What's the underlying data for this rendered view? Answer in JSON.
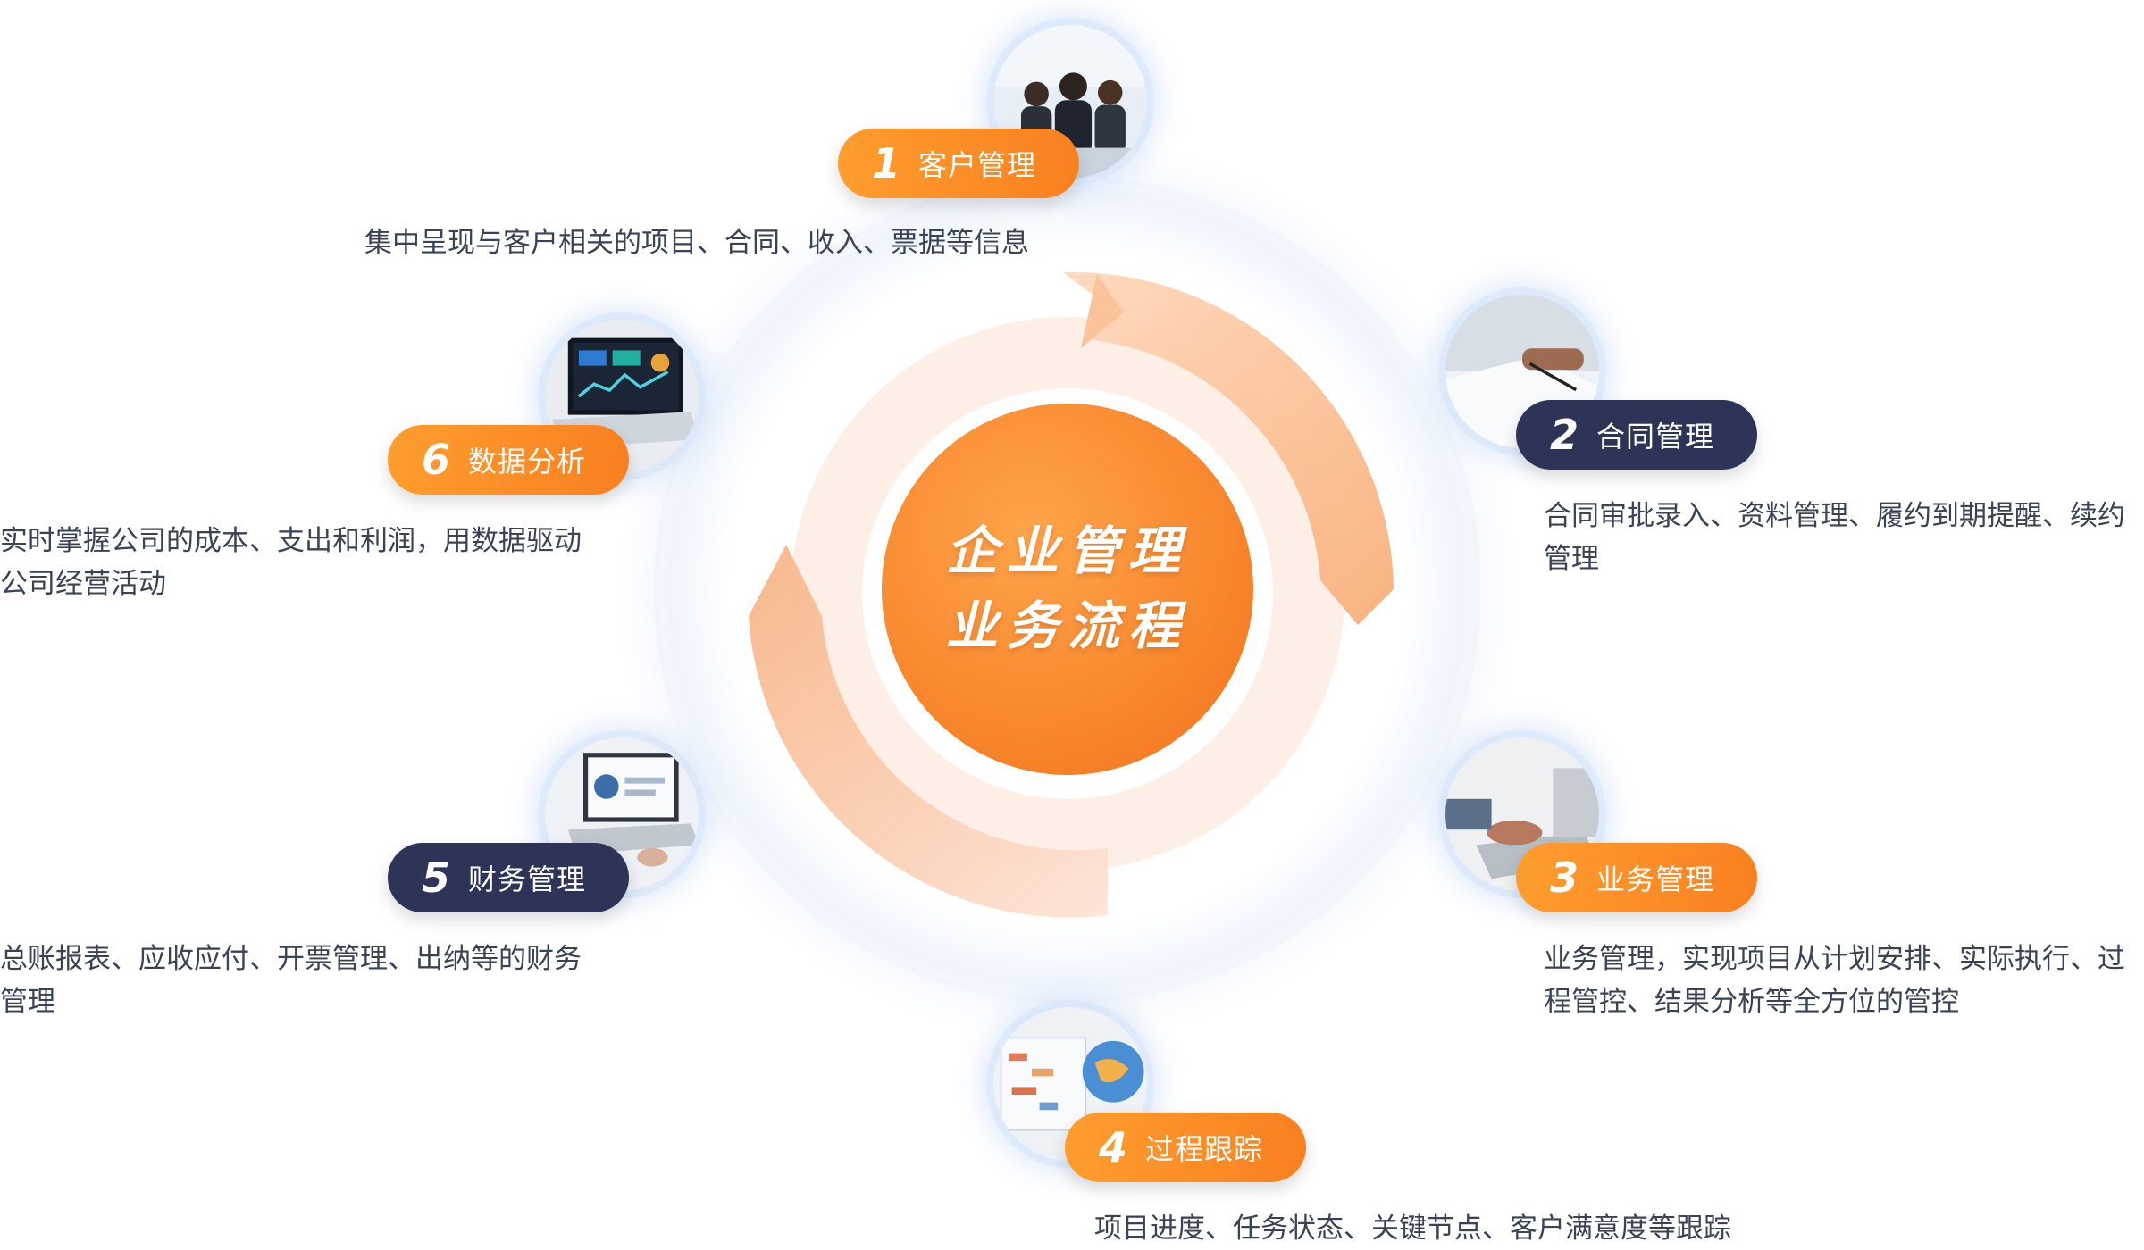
{
  "center": {
    "line1": "企业管理",
    "line2": "业务流程"
  },
  "colors": {
    "orange": "#f98020",
    "dark": "#2d3457",
    "ring": "#f9a56a"
  },
  "modules": [
    {
      "id": "1",
      "number": "1",
      "label": "客户管理",
      "style": "orange",
      "photo": "business-team-photo",
      "description": [
        "集中呈现与客户相关的项目、合同、收入、票据等信息"
      ]
    },
    {
      "id": "2",
      "number": "2",
      "label": "合同管理",
      "style": "dark",
      "photo": "contract-signing-photo",
      "description": [
        "合同审批录入、资料管理、履约到期提醒、续约",
        "管理"
      ]
    },
    {
      "id": "3",
      "number": "3",
      "label": "业务管理",
      "style": "orange",
      "photo": "laptop-typing-photo",
      "description": [
        "业务管理，实现项目从计划安排、实际执行、过",
        "程管控、结果分析等全方位的管控"
      ]
    },
    {
      "id": "4",
      "number": "4",
      "label": "过程跟踪",
      "style": "orange",
      "photo": "globe-schedule-photo",
      "description": [
        "项目进度、任务状态、关键节点、客户满意度等跟踪"
      ]
    },
    {
      "id": "5",
      "number": "5",
      "label": "财务管理",
      "style": "dark",
      "photo": "finance-report-photo",
      "description": [
        "总账报表、应收应付、开票管理、出纳等的财务",
        "管理"
      ]
    },
    {
      "id": "6",
      "number": "6",
      "label": "数据分析",
      "style": "orange",
      "photo": "data-dashboard-photo",
      "description": [
        "实时掌握公司的成本、支出和利润，用数据驱动",
        "公司经营活动"
      ]
    }
  ]
}
